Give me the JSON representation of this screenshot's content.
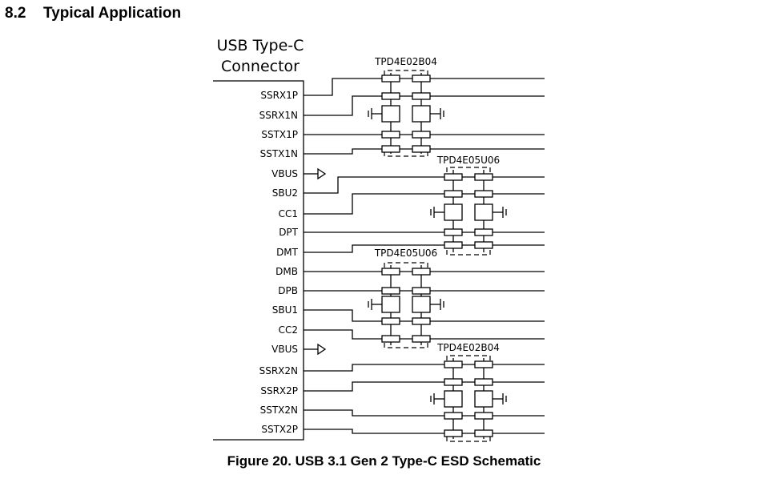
{
  "section": {
    "number": "8.2",
    "title": "Typical Application"
  },
  "caption": "Figure 20.  USB 3.1 Gen 2 Type-C ESD Schematic",
  "connector": {
    "line1": "USB Type-C",
    "line2": "Connector"
  },
  "pins": [
    "SSRX1P",
    "SSRX1N",
    "SSTX1P",
    "SSTX1N",
    "VBUS",
    "SBU2",
    "CC1",
    "DPT",
    "DMT",
    "DMB",
    "DPB",
    "SBU1",
    "CC2",
    "VBUS",
    "SSRX2N",
    "SSRX2P",
    "SSTX2N",
    "SSTX2P"
  ],
  "devices": [
    "TPD4E02B04",
    "TPD4E05U06",
    "TPD4E05U06",
    "TPD4E02B04"
  ]
}
